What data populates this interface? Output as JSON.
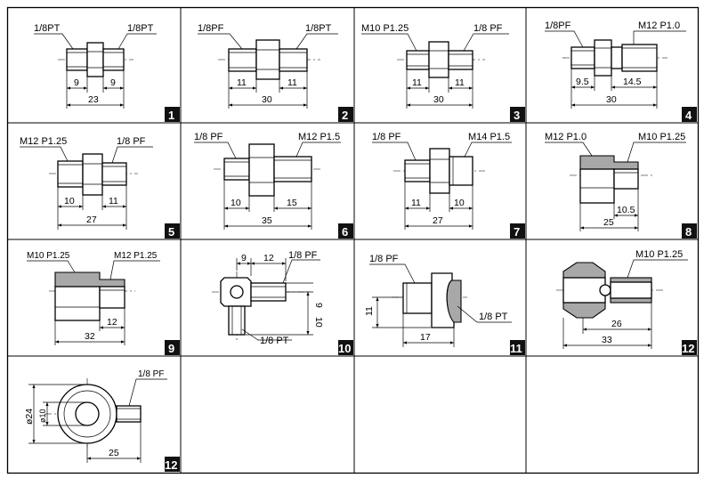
{
  "cells": [
    {
      "number": "1",
      "labels": [
        "1/8PT",
        "1/8PT"
      ],
      "dims": [
        "9",
        "9",
        "23"
      ]
    },
    {
      "number": "2",
      "labels": [
        "1/8PF",
        "1/8PT"
      ],
      "dims": [
        "11",
        "11",
        "30"
      ]
    },
    {
      "number": "3",
      "labels": [
        "M10 P1.25",
        "1/8 PF"
      ],
      "dims": [
        "11",
        "11",
        "30"
      ]
    },
    {
      "number": "4",
      "labels": [
        "1/8PF",
        "M12 P1.0"
      ],
      "dims": [
        "9.5",
        "14.5",
        "30"
      ]
    },
    {
      "number": "5",
      "labels": [
        "M12 P1.25",
        "1/8 PF"
      ],
      "dims": [
        "10",
        "11",
        "27"
      ]
    },
    {
      "number": "6",
      "labels": [
        "1/8 PF",
        "M12 P1.5"
      ],
      "dims": [
        "10",
        "15",
        "35"
      ]
    },
    {
      "number": "7",
      "labels": [
        "1/8 PF",
        "M14 P1.5"
      ],
      "dims": [
        "11",
        "10",
        "27"
      ]
    },
    {
      "number": "8",
      "labels": [
        "M12 P1.0",
        "M10 P1.25"
      ],
      "dims": [
        "10.5",
        "25"
      ]
    },
    {
      "number": "9",
      "labels": [
        "M10 P1.25",
        "M12 P1.25"
      ],
      "dims": [
        "12",
        "32"
      ]
    },
    {
      "number": "10",
      "labels": [
        "1/8 PF",
        "1/8 PT"
      ],
      "dims": [
        "9",
        "12",
        "9",
        "10"
      ]
    },
    {
      "number": "11",
      "labels": [
        "1/8 PF",
        "1/8 PT"
      ],
      "dims": [
        "11",
        "17"
      ]
    },
    {
      "number": "12",
      "labels": [
        "M10 P1.25"
      ],
      "dims": [
        "26",
        "33"
      ]
    },
    {
      "number": "12",
      "labels": [
        "1/8 PF"
      ],
      "dims": [
        "ø24",
        "ø10",
        "25"
      ]
    }
  ]
}
